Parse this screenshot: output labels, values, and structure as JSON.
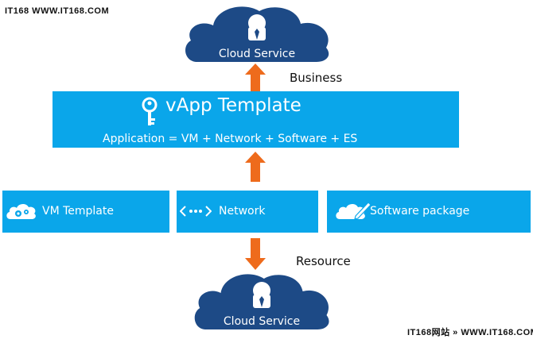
{
  "watermark": {
    "top_left": "IT168     WWW.IT168.COM",
    "bottom_right": "IT168网站 » WWW.IT168.COM"
  },
  "top_cloud": {
    "label": "Cloud Service",
    "icon": "user-tie-icon"
  },
  "business_label": "Business",
  "vapp": {
    "title": "vApp Template",
    "formula": "Application = VM + Network + Software + ES",
    "icon": "key-icon"
  },
  "components": [
    {
      "label": "VM Template",
      "icon": "cloud-gears-icon"
    },
    {
      "label": "Network",
      "icon": "network-dots-icon"
    },
    {
      "label": "Software package",
      "icon": "cloud-pen-icon"
    }
  ],
  "resource_label": "Resource",
  "bottom_cloud": {
    "label": "Cloud Service",
    "icon": "user-tie-icon"
  },
  "colors": {
    "box_blue": "#0aa6ea",
    "cloud_navy": "#1d4a86",
    "arrow_orange": "#ee6b1c"
  }
}
